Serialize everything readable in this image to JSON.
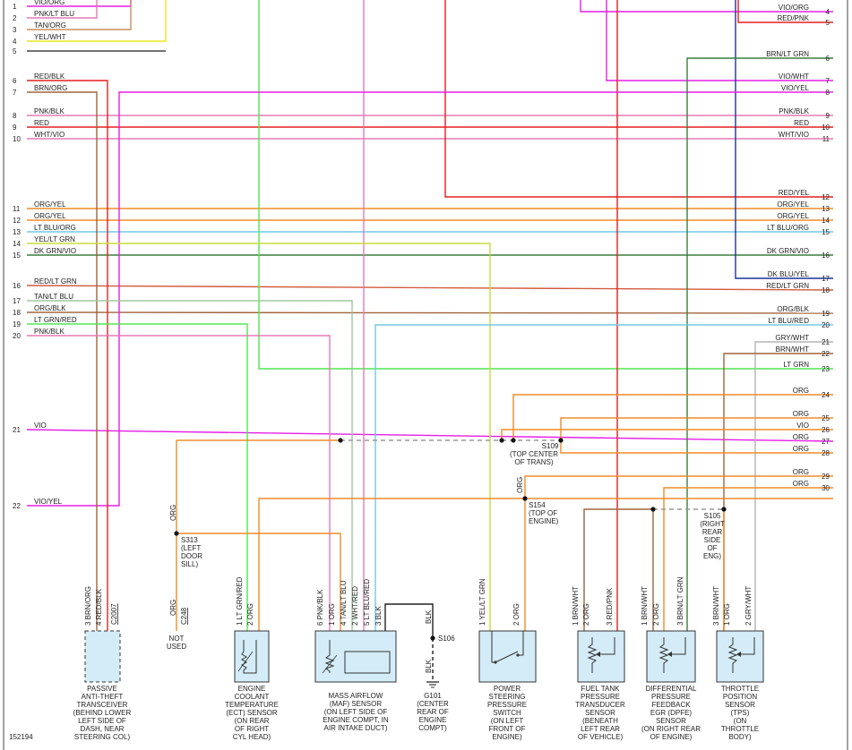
{
  "figure_id": "152194",
  "wire_colors": {
    "VIO": "#e61ee6",
    "PNK": "#e67ab4",
    "LTBLU": "#73c8e6",
    "TAN": "#c8915a",
    "YEL": "#e6e61e",
    "RED": "#e61e1e",
    "BRN": "#a0643c",
    "WHT": "#c8c8c8",
    "ORG": "#f08c28",
    "LTGRN": "#50e650",
    "DKGRN": "#3c7d3c",
    "GRY": "#b4b4b4",
    "DKBLU": "#1e3296",
    "BLK": "#222222"
  },
  "left_wires": [
    {
      "num": "1",
      "label": "VIO/ORG"
    },
    {
      "num": "2",
      "label": "PNK/LT BLU"
    },
    {
      "num": "3",
      "label": "TAN/ORG"
    },
    {
      "num": "4",
      "label": "YEL/WHT"
    },
    {
      "num": "5",
      "label": ""
    },
    {
      "num": "6",
      "label": "RED/BLK"
    },
    {
      "num": "7",
      "label": "BRN/ORG"
    },
    {
      "num": "8",
      "label": "PNK/BLK"
    },
    {
      "num": "9",
      "label": "RED"
    },
    {
      "num": "10",
      "label": "WHT/VIO"
    },
    {
      "num": "11",
      "label": "ORG/YEL"
    },
    {
      "num": "12",
      "label": "ORG/YEL"
    },
    {
      "num": "13",
      "label": "LT BLU/ORG"
    },
    {
      "num": "14",
      "label": "YEL/LT GRN"
    },
    {
      "num": "15",
      "label": "DK GRN/VIO"
    },
    {
      "num": "16",
      "label": "RED/LT GRN"
    },
    {
      "num": "17",
      "label": "TAN/LT BLU"
    },
    {
      "num": "18",
      "label": "ORG/BLK"
    },
    {
      "num": "19",
      "label": "LT GRN/RED"
    },
    {
      "num": "20",
      "label": "PNK/BLK"
    },
    {
      "num": "21",
      "label": "VIO"
    },
    {
      "num": "22",
      "label": "VIO/YEL"
    }
  ],
  "right_wires": [
    {
      "num": "4",
      "label": "VIO/ORG"
    },
    {
      "num": "5",
      "label": "RED/PNK"
    },
    {
      "num": "6",
      "label": "BRN/LT GRN"
    },
    {
      "num": "7",
      "label": "VIO/WHT"
    },
    {
      "num": "8",
      "label": "VIO/YEL"
    },
    {
      "num": "9",
      "label": "PNK/BLK"
    },
    {
      "num": "10",
      "label": "RED"
    },
    {
      "num": "11",
      "label": "WHT/VIO"
    },
    {
      "num": "12",
      "label": "RED/YEL"
    },
    {
      "num": "13",
      "label": "ORG/YEL"
    },
    {
      "num": "14",
      "label": "ORG/YEL"
    },
    {
      "num": "15",
      "label": "LT BLU/ORG"
    },
    {
      "num": "16",
      "label": "DK GRN/VIO"
    },
    {
      "num": "17",
      "label": "DK BLU/YEL"
    },
    {
      "num": "18",
      "label": "RED/LT GRN"
    },
    {
      "num": "19",
      "label": "ORG/BLK"
    },
    {
      "num": "20",
      "label": "LT BLU/RED"
    },
    {
      "num": "21",
      "label": "GRY/WHT"
    },
    {
      "num": "22",
      "label": "BRN/WHT"
    },
    {
      "num": "23",
      "label": "LT GRN"
    },
    {
      "num": "24",
      "label": "ORG"
    },
    {
      "num": "25",
      "label": "ORG"
    },
    {
      "num": "26",
      "label": "VIO"
    },
    {
      "num": "27",
      "label": "ORG"
    },
    {
      "num": "28",
      "label": "ORG"
    },
    {
      "num": "29",
      "label": "ORG"
    },
    {
      "num": "30",
      "label": "ORG"
    }
  ],
  "splices": [
    {
      "id": "S313",
      "caption": "S313 (LEFT DOOR SILL)",
      "lines": [
        "S313",
        "(LEFT",
        "DOOR",
        "SILL)"
      ]
    },
    {
      "id": "S109",
      "caption": "S109 (TOP CENTER OF TRANS)",
      "lines": [
        "S109",
        "(TOP CENTER",
        "OF TRANS)"
      ]
    },
    {
      "id": "S154",
      "caption": "S154 (TOP OF ENGINE)",
      "lines": [
        "S154",
        "(TOP OF",
        "ENGINE)"
      ]
    },
    {
      "id": "S105",
      "caption": "S105 (RIGHT REAR SIDE OF ENG)",
      "lines": [
        "S105",
        "(RIGHT",
        "REAR",
        "SIDE",
        "OF",
        "ENG)"
      ]
    },
    {
      "id": "S106",
      "caption": "S106",
      "lines": [
        "S106"
      ]
    }
  ],
  "misc_labels": {
    "org_s313": "ORG",
    "org_c248": "ORG",
    "c248": "C248",
    "not_used": [
      "NOT",
      "USED"
    ],
    "org_s154": "ORG",
    "blk_top": "BLK",
    "blk_bottom": "BLK",
    "c2007": "C2007"
  },
  "components": [
    {
      "name": "passive-anti-theft-transceiver",
      "pins": [
        {
          "n": "3",
          "w": "BRN/ORG"
        },
        {
          "n": "4",
          "w": "RED/BLK"
        }
      ],
      "lines": [
        "PASSIVE",
        "ANTI-THEFT",
        "TRANSCEIVER",
        "(BEHIND LOWER",
        "LEFT SIDE OF",
        "DASH, NEAR",
        "STEERING COL)"
      ]
    },
    {
      "name": "ect-sensor",
      "pins": [
        {
          "n": "1",
          "w": "LT GRN/RED"
        },
        {
          "n": "2",
          "w": "ORG"
        }
      ],
      "lines": [
        "ENGINE",
        "COOLANT",
        "TEMPERATURE",
        "(ECT) SENSOR",
        "(ON REAR",
        "OF RIGHT",
        "CYL HEAD)"
      ]
    },
    {
      "name": "maf-sensor",
      "pins": [
        {
          "n": "6",
          "w": "PNK/BLK"
        },
        {
          "n": "1",
          "w": "ORG"
        },
        {
          "n": "4",
          "w": "TAN/LT BLU"
        },
        {
          "n": "2",
          "w": "WHT/RED"
        },
        {
          "n": "5",
          "w": "LT BLU/RED"
        },
        {
          "n": "3",
          "w": "BLK"
        }
      ],
      "lines": [
        "MASS AIRFLOW",
        "(MAF) SENSOR",
        "(ON LEFT SIDE OF",
        "ENGINE COMPT, IN",
        "AIR INTAKE DUCT)"
      ]
    },
    {
      "name": "g101",
      "pins": [],
      "lines": [
        "G101",
        "(CENTER",
        "REAR OF",
        "ENGINE",
        "COMPT)"
      ]
    },
    {
      "name": "power-steering-pressure-switch",
      "pins": [
        {
          "n": "1",
          "w": "YEL/LT GRN"
        },
        {
          "n": "2",
          "w": "ORG"
        }
      ],
      "lines": [
        "POWER",
        "STEERING",
        "PRESSURE",
        "SWITCH",
        "(ON LEFT",
        "FRONT OF",
        "ENGINE)"
      ]
    },
    {
      "name": "fuel-tank-pressure-sensor",
      "pins": [
        {
          "n": "1",
          "w": "BRN/WHT"
        },
        {
          "n": "2",
          "w": "ORG"
        },
        {
          "n": "3",
          "w": "RED/PNK"
        }
      ],
      "lines": [
        "FUEL TANK",
        "PRESSURE",
        "TRANSDUCER",
        "SENSOR",
        "(BENEATH",
        "LEFT REAR",
        "OF VEHICLE)"
      ]
    },
    {
      "name": "dpfe-sensor",
      "pins": [
        {
          "n": "1",
          "w": "BRN/WHT"
        },
        {
          "n": "2",
          "w": "ORG"
        },
        {
          "n": "3",
          "w": "BRN/LT GRN"
        }
      ],
      "lines": [
        "DIFFERENTIAL",
        "PRESSURE",
        "FEEDBACK",
        "EGR (DPFE)",
        "SENSOR",
        "(ON RIGHT REAR",
        "OF ENGINE)"
      ]
    },
    {
      "name": "tps-sensor",
      "pins": [
        {
          "n": "3",
          "w": "BRN/WHT"
        },
        {
          "n": "1",
          "w": "ORG"
        },
        {
          "n": "2",
          "w": "GRY/WHT"
        }
      ],
      "lines": [
        "THROTTLE",
        "POSITION",
        "SENSOR",
        "(TPS)",
        "(ON",
        "THROTTLE",
        "BODY)"
      ]
    }
  ]
}
